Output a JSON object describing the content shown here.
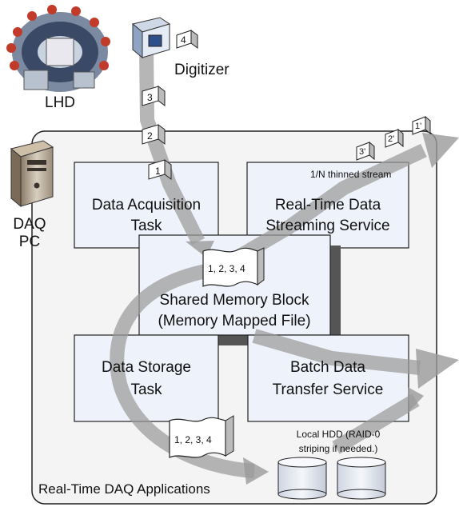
{
  "labels": {
    "lhd": "LHD",
    "digitizer": "Digitizer",
    "daq_pc": "DAQ\nPC",
    "app_frame": "Real-Time DAQ Applications",
    "thinned": "1/N thinned stream",
    "hdd": "Local HDD (RAID-0\nstriping if needed.)"
  },
  "boxes": {
    "acq": "Data Acquisition\nTask",
    "stream": "Real-Time Data\nStreaming Service",
    "shared": "Shared Memory Block\n(Memory Mapped File)",
    "storage": "Data Storage\nTask",
    "batch": "Batch Data\nTransfer Service"
  },
  "packets": {
    "p4": "4",
    "p3": "3",
    "p2": "2",
    "p1": "1",
    "b1": "1'",
    "b2": "2'",
    "b3": "3'",
    "mem": "1, 2, 3, 4",
    "store": "1, 2, 3, 4"
  },
  "colors": {
    "box_fill": "#eef2fb",
    "frame_fill": "#f4f4f4",
    "arrow": "#9a9a9a",
    "shadow": "#555555"
  }
}
